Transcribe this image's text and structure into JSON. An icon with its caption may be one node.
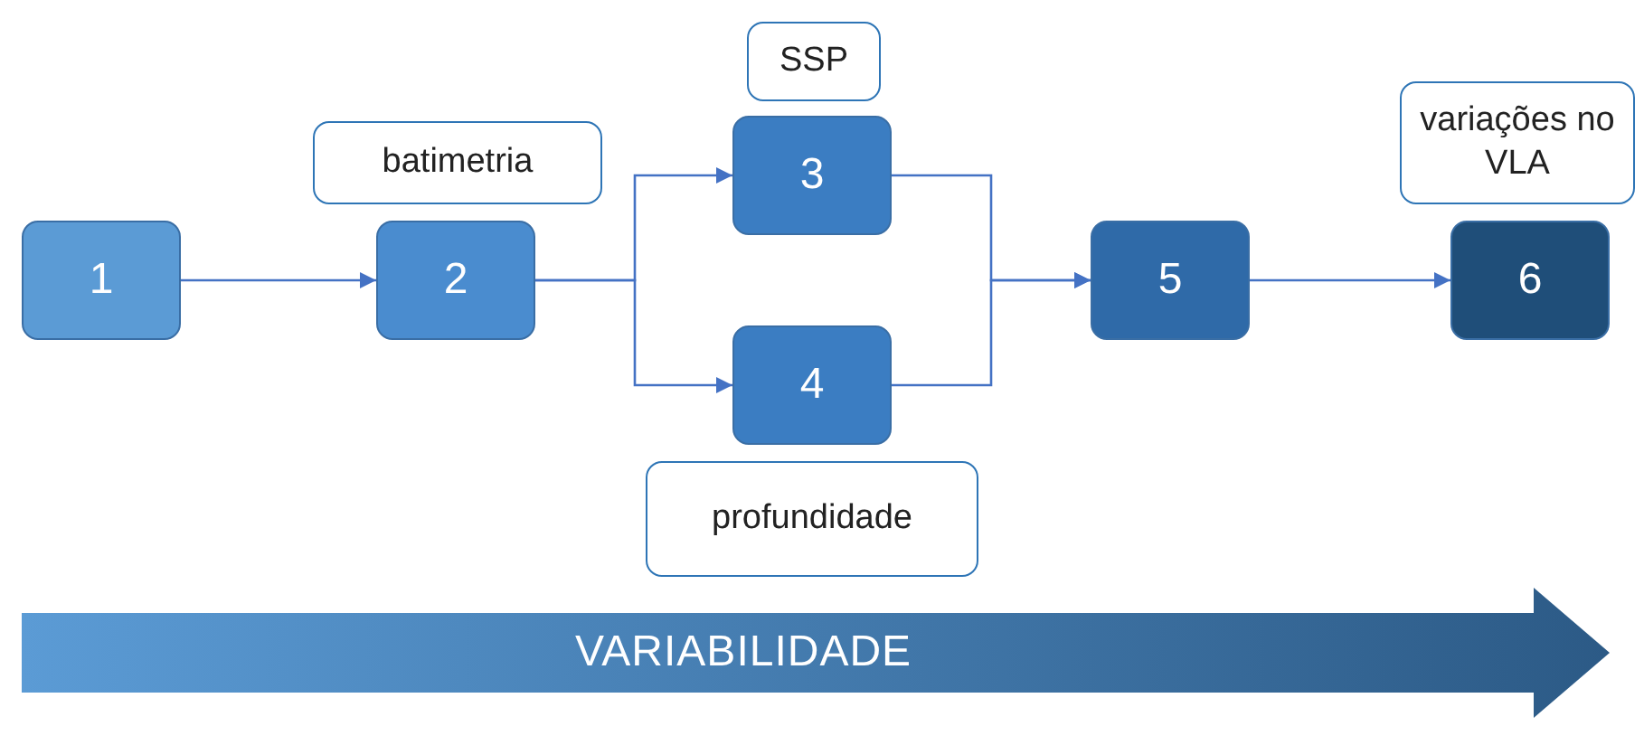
{
  "diagram": {
    "nodes": [
      {
        "text": [
          "1"
        ]
      },
      {
        "text": [
          "batimetria"
        ]
      },
      {
        "text": [
          "2"
        ]
      },
      {
        "text": [
          "SSP"
        ]
      },
      {
        "text": [
          "3"
        ]
      },
      {
        "text": [
          "4"
        ]
      },
      {
        "text": [
          "profundidade"
        ]
      },
      {
        "text": [
          "5"
        ]
      },
      {
        "text": [
          "variações no VLA"
        ]
      },
      {
        "text": [
          "6"
        ]
      },
      {
        "text": [
          "VARIABILIDADE"
        ]
      }
    ],
    "edges": [
      {
        "from": 0,
        "to": 2,
        "arrow": "to"
      },
      {
        "from": 2,
        "to": 4,
        "arrow": "to"
      },
      {
        "from": 2,
        "to": 5,
        "arrow": "to"
      },
      {
        "from": 4,
        "to": 7,
        "arrow": "to"
      },
      {
        "from": 5,
        "to": 7,
        "arrow": "to"
      },
      {
        "from": 7,
        "to": 9,
        "arrow": "to"
      }
    ]
  }
}
